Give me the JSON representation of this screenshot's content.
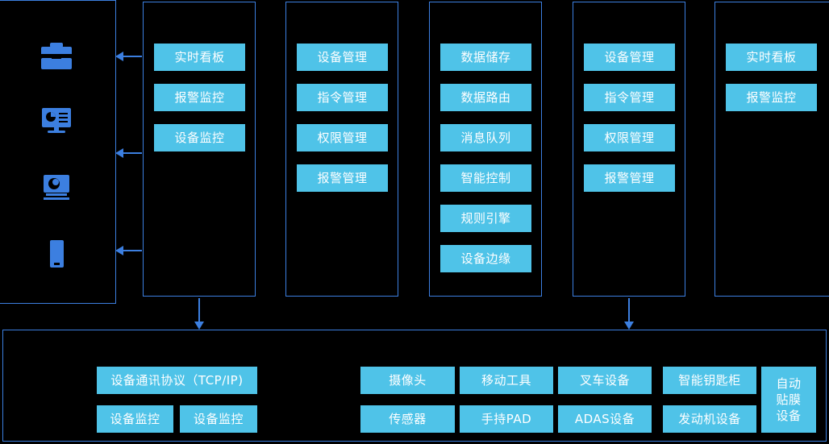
{
  "theme": {
    "background": "#000000",
    "frame_border": "#3c7fe0",
    "chip_fill": "#4fc3e8",
    "chip_text": "#ffffff",
    "icon_fill": "#3c7fe0",
    "arrow": "#3c7fe0"
  },
  "terminals": {
    "name": "terminal-devices",
    "icons": [
      {
        "name": "toolbox-icon",
        "label": "toolbox"
      },
      {
        "name": "monitor-icon",
        "label": "monitor-dashboard"
      },
      {
        "name": "camera-icon",
        "label": "camera"
      },
      {
        "name": "smartphone-icon",
        "label": "smartphone"
      }
    ]
  },
  "columns": [
    {
      "name": "column-realtime-board",
      "chips": [
        {
          "label": "实时看板"
        },
        {
          "label": "报警监控"
        },
        {
          "label": "设备监控"
        }
      ]
    },
    {
      "name": "column-device-management",
      "chips": [
        {
          "label": "设备管理"
        },
        {
          "label": "指令管理"
        },
        {
          "label": "权限管理"
        },
        {
          "label": "报警管理"
        }
      ]
    },
    {
      "name": "column-data-platform",
      "chips": [
        {
          "label": "数据储存"
        },
        {
          "label": "数据路由"
        },
        {
          "label": "消息队列"
        },
        {
          "label": "智能控制"
        },
        {
          "label": "规则引擎"
        },
        {
          "label": "设备边缘"
        }
      ]
    },
    {
      "name": "column-device-management-2",
      "chips": [
        {
          "label": "设备管理"
        },
        {
          "label": "指令管理"
        },
        {
          "label": "权限管理"
        },
        {
          "label": "报警管理"
        }
      ]
    },
    {
      "name": "column-realtime-board-2",
      "chips": [
        {
          "label": "实时看板"
        },
        {
          "label": "报警监控"
        }
      ]
    }
  ],
  "bottom": {
    "name": "device-layer",
    "protocol_group": {
      "protocol": "设备通讯协议（TCP/IP)",
      "monitor_left": "设备监控",
      "monitor_right": "设备监控"
    },
    "device_group": {
      "row_top": [
        "摄像头",
        "移动工具",
        "叉车设备",
        "智能钥匙柜"
      ],
      "row_bottom": [
        "传感器",
        "手持PAD",
        "ADAS设备",
        "发动机设备"
      ],
      "tall": "自动\n贴膜\n设备"
    }
  }
}
